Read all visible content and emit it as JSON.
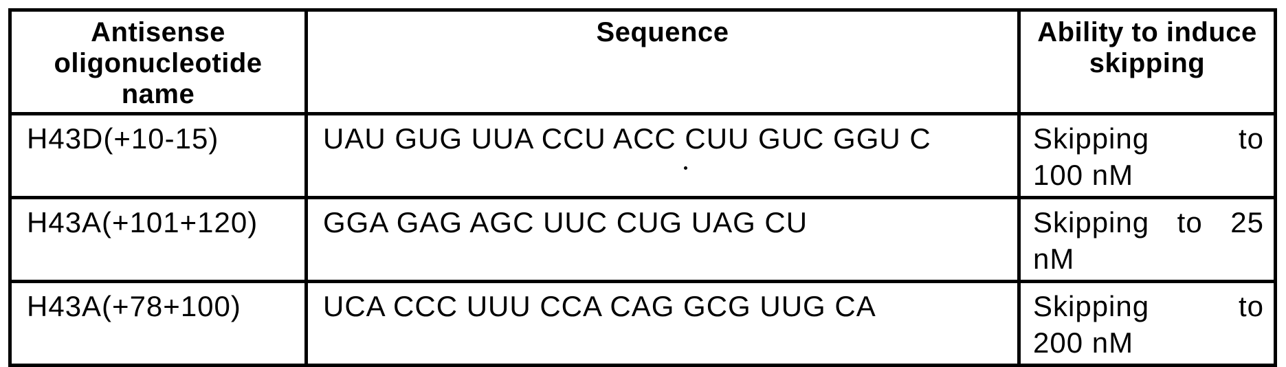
{
  "table": {
    "headers": [
      "Antisense oligonucleotide name",
      "Sequence",
      "Ability to induce skipping"
    ],
    "rows": [
      {
        "name": "H43D(+10-15)",
        "sequence": "UAU GUG UUA CCU ACC CUU GUC GGU C",
        "ability": "Skipping to 100 nM",
        "ability_lines": [
          "Skipping to",
          "100 nM"
        ]
      },
      {
        "name": "H43A(+101+120)",
        "sequence": "GGA GAG AGC UUC CUG UAG CU",
        "ability": "Skipping to 25 nM",
        "ability_lines": [
          "Skipping to 25",
          "nM"
        ]
      },
      {
        "name": "H43A(+78+100)",
        "sequence": "UCA CCC UUU CCA CAG GCG UUG CA",
        "ability": "Skipping to 200 nM",
        "ability_lines": [
          "Skipping to",
          "200 nM"
        ]
      }
    ]
  }
}
